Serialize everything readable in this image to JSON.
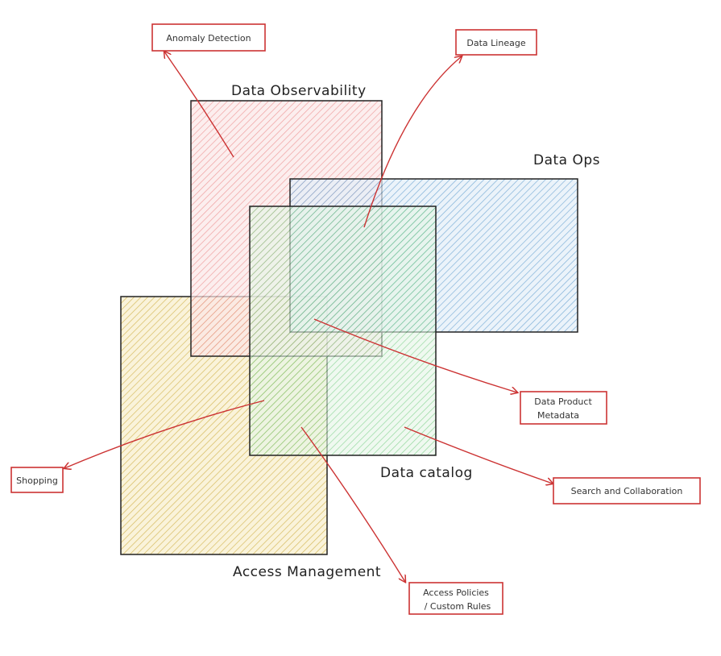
{
  "diagram": {
    "regions": [
      {
        "id": "observability",
        "label": "Data Observability",
        "color": "#e87a7a"
      },
      {
        "id": "ops",
        "label": "Data Ops",
        "color": "#4a90c8"
      },
      {
        "id": "catalog",
        "label": "Data catalog",
        "color": "#4fbf5f"
      },
      {
        "id": "access",
        "label": "Access Management",
        "color": "#d9b43a"
      }
    ],
    "callouts": [
      {
        "id": "anomaly",
        "lines": [
          "Anomaly Detection"
        ]
      },
      {
        "id": "lineage",
        "lines": [
          "Data Lineage"
        ]
      },
      {
        "id": "product",
        "lines": [
          "Data Product",
          "Metadata"
        ]
      },
      {
        "id": "search",
        "lines": [
          "Search and Collaboration"
        ]
      },
      {
        "id": "shopping",
        "lines": [
          "Shopping"
        ]
      },
      {
        "id": "policies",
        "lines": [
          "Access Policies",
          "/ Custom Rules"
        ]
      }
    ],
    "arrow_color": "#cc3333",
    "box_border_color": "#cc3333"
  }
}
